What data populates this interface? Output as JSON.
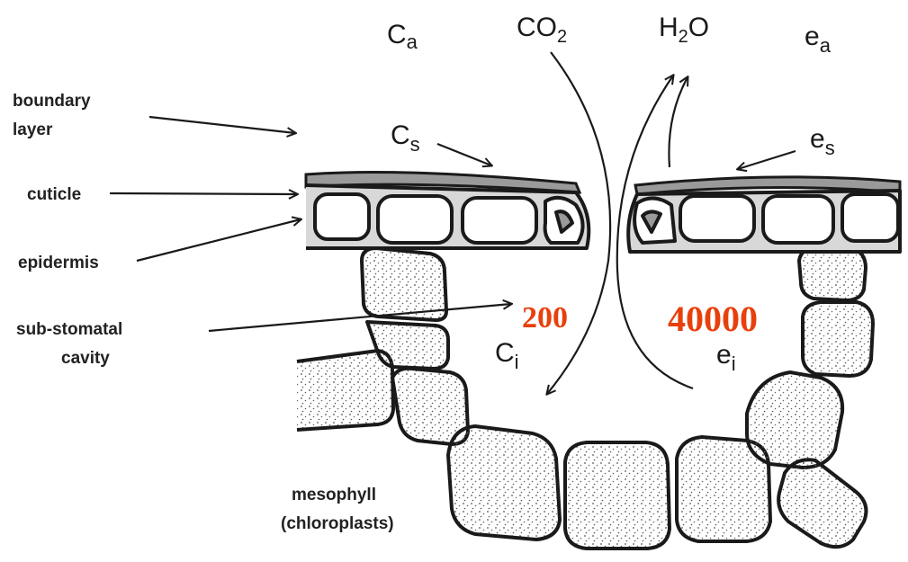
{
  "labels": {
    "boundary_1": "boundary",
    "boundary_2": "layer",
    "cuticle": "cuticle",
    "epidermis": "epidermis",
    "substomatal_1": "sub-stomatal",
    "substomatal_2": "cavity",
    "mesophyll_1": "mesophyll",
    "mesophyll_2": "(chloroplasts)"
  },
  "symbols": {
    "ca_main": "C",
    "ca_sub": "a",
    "cs_main": "C",
    "cs_sub": "s",
    "ci_main": "C",
    "ci_sub": "i",
    "co2_main": "CO",
    "co2_sub": "2",
    "h2o_h": "H",
    "h2o_sub": "2",
    "h2o_o": "O",
    "ea_main": "e",
    "ea_sub": "a",
    "es_main": "e",
    "es_sub": "s",
    "ei_main": "e",
    "ei_sub": "i"
  },
  "values": {
    "ci_value": "200",
    "ei_value": "40000"
  },
  "colors": {
    "value_red": "#e8400c",
    "ink": "#1a1a1a",
    "cuticle_gray": "#9a9a9a"
  }
}
